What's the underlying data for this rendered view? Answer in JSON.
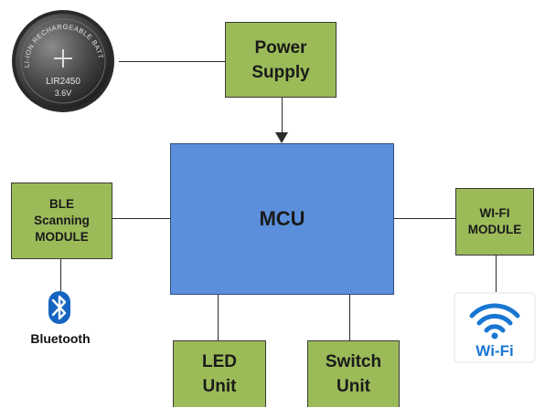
{
  "blocks": {
    "power_supply": [
      "Power",
      "Supply"
    ],
    "mcu": "MCU",
    "ble": [
      "BLE",
      "Scanning",
      "MODULE"
    ],
    "wifi_module": [
      "WI-FI",
      "MODULE"
    ],
    "led": [
      "LED",
      "Unit"
    ],
    "switch": [
      "Switch",
      "Unit"
    ]
  },
  "images": {
    "battery": {
      "line1": "LIR2450",
      "line2": "3.6V",
      "ring_text": "LI-ION RECHARGEABLE BATTERY"
    },
    "bluetooth": {
      "label": "Bluetooth"
    },
    "wifi": {
      "label": "Wi-Fi"
    }
  },
  "colors": {
    "block_green": "#9bbb59",
    "mcu_blue": "#5b8fdc",
    "bluetooth_blue": "#1565c0",
    "wifi_blue": "#1976d2"
  }
}
